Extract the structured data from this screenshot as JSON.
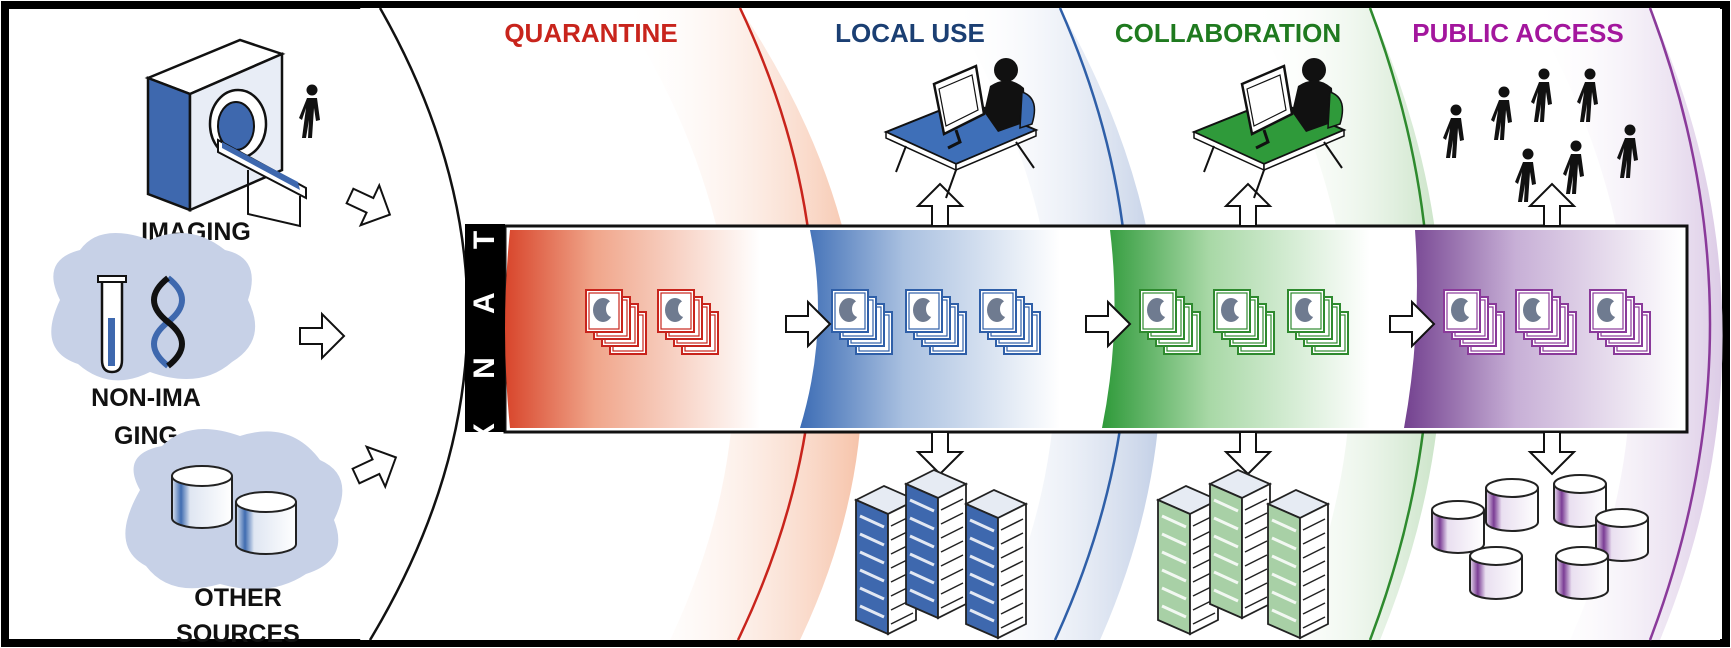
{
  "sources": {
    "imaging": "IMAGING",
    "non_imaging_1": "NON-IMA",
    "non_imaging_2": "GING",
    "other_1": "OTHER",
    "other_2": "SOURCES"
  },
  "platform": {
    "name": "X N A T"
  },
  "zones": [
    {
      "key": "quarantine",
      "title": "QUARANTINE",
      "color": "#c8241c"
    },
    {
      "key": "local",
      "title": "LOCAL USE",
      "color": "#1b3f73"
    },
    {
      "key": "collab",
      "title": "COLLABORATION",
      "color": "#1f7a1f"
    },
    {
      "key": "public",
      "title": "PUBLIC ACCESS",
      "color": "#a3169d"
    }
  ],
  "icons": {
    "scanner": "mri-scanner-icon",
    "test_tube": "test-tube-icon",
    "dna": "dna-icon",
    "database": "database-icon",
    "workstation": "workstation-icon",
    "crowd": "people-icon",
    "servers": "server-rack-icon",
    "image_stack": "image-stack-icon"
  }
}
